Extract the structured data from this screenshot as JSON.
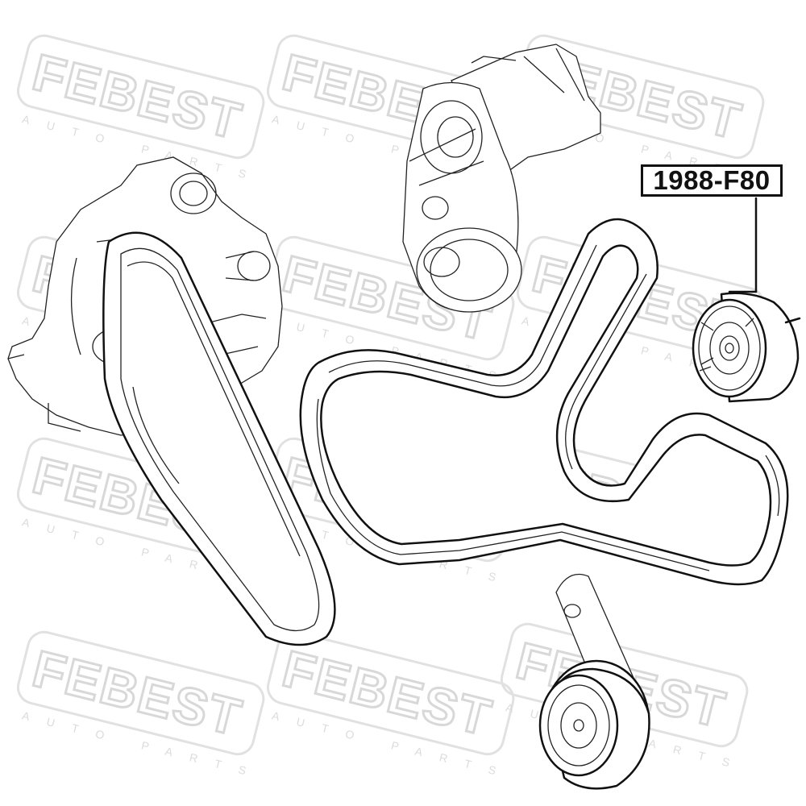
{
  "part_number": "1988-F80",
  "watermark": {
    "brand": "FEBEST",
    "tagline": "AUTO PARTS"
  },
  "components": {
    "water_pump": "water-pump-icon",
    "tensioner": "belt-tensioner-icon",
    "idler_pulley_highlighted": "idler-pulley-icon",
    "lower_idler_pulley": "lower-pulley-icon",
    "serpentine_belt": "serpentine-belt-icon",
    "pump_belt": "pump-belt-icon"
  },
  "colors": {
    "line": "#111111",
    "watermark": "#d4d4d4"
  }
}
